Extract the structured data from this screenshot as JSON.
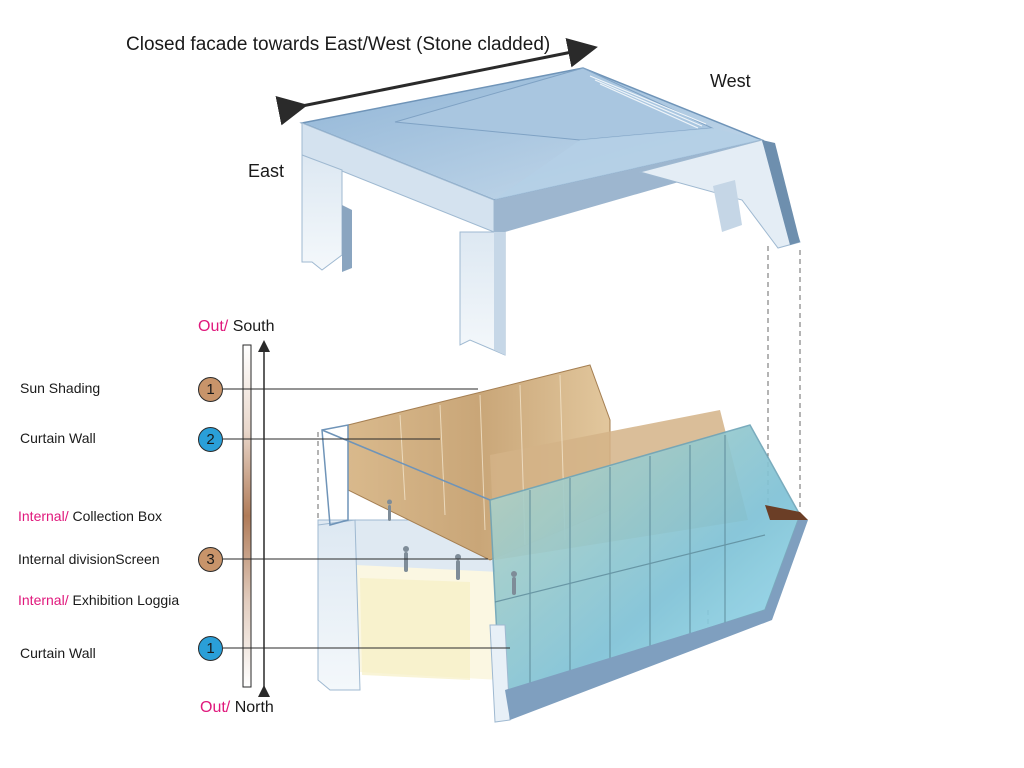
{
  "diagram": {
    "title": "Closed facade towards East/West (Stone cladded)",
    "orientation": {
      "east": "East",
      "west": "West"
    },
    "axis": {
      "top_prefix": "Out/",
      "top_label": "South",
      "bottom_prefix": "Out/",
      "bottom_label": "North"
    },
    "layers": [
      {
        "number": "1",
        "label": "Sun Shading",
        "badge_color": "#c8946a"
      },
      {
        "number": "2",
        "label": "Curtain Wall",
        "badge_color": "#2a9fd8"
      },
      {
        "prefix": "Internal/",
        "label": "Collection Box"
      },
      {
        "number": "3",
        "label": "Internal divisionScreen",
        "badge_color": "#c8946a"
      },
      {
        "prefix": "Internal/",
        "label": "Exhibition Loggia"
      },
      {
        "number": "1",
        "label": "Curtain Wall",
        "badge_color": "#2a9fd8"
      }
    ],
    "colors": {
      "accent": "#e0187c",
      "wood": "#c8946a",
      "glass": "#2a9fd8"
    }
  }
}
